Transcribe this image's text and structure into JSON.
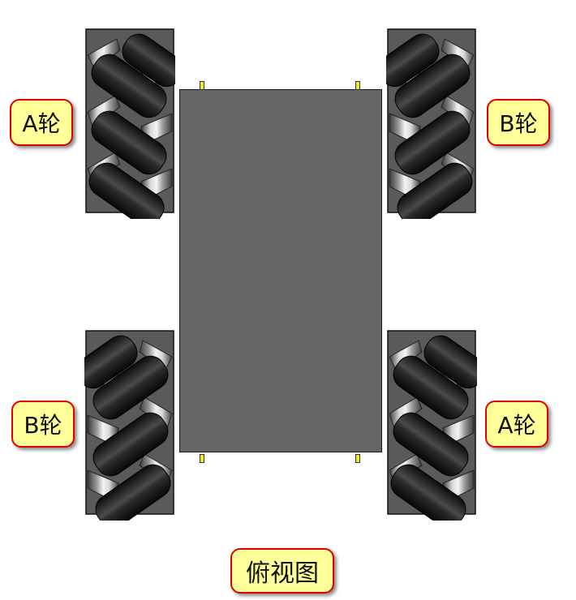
{
  "diagram": {
    "title_label": "俯视图",
    "wheels": [
      {
        "position": "front-left",
        "label": "A轮",
        "roller_direction": "down-right"
      },
      {
        "position": "front-right",
        "label": "B轮",
        "roller_direction": "up-right"
      },
      {
        "position": "rear-left",
        "label": "B轮",
        "roller_direction": "up-right"
      },
      {
        "position": "rear-right",
        "label": "A轮",
        "roller_direction": "down-right"
      }
    ],
    "colors": {
      "chassis": "#656565",
      "label_fill": "#ffff99",
      "label_border": "#e00000",
      "pin": "#f2ee00",
      "roller": "#1e1e1e",
      "hub": "#9a9a9a"
    }
  }
}
